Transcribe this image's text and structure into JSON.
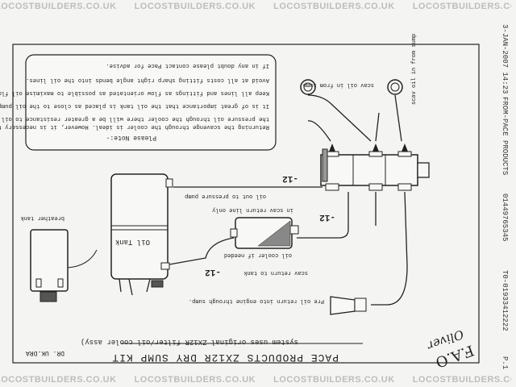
{
  "watermark": {
    "text": "LOCOSTBUILDERS.CO.UK"
  },
  "fax_header": {
    "date_time": "3-JAN-2007 14:23",
    "from": "FROM-PACE PRODUCTS",
    "from_number": "01449765345",
    "to_number": "T0-01933412222",
    "page": "P.1"
  },
  "recipient": {
    "fao": "F.A.O",
    "name": "Oliver"
  },
  "title": {
    "main": "PACE PRODUCTS ZX12R DRY SUMP KIT",
    "sub": "system uses original ZX12R filter/oil cooler assy)"
  },
  "note": {
    "heading": "Please Note:-",
    "lines": [
      "Returning the scavenge through the cooler is ideal. However, it is necessary to flow",
      "the pressure oil through the cooler there will be a greater resistance to oil flow.",
      "It is of great importance that the oil tank is placed as close to the oil pump as possible.",
      "Keep all lines and fittings as flow orientated as possible to maximise oil flow.",
      "Avoid at all costs fitting sharp right angle bends into the oil lines.",
      "If in any doubt please contact Pace for advise."
    ]
  },
  "labels": {
    "scav_sump_left": "scav oil in from sump",
    "scav_sump_right": "scav oil in from sump",
    "oil_out_pressure": "oil out to pressure pump",
    "in_scav_return_only": "in scav return line only",
    "oil_cooler_if_needed": "oil cooler if needed",
    "scav_return_tank": "scav return to tank",
    "pre_oil_return": "Pre oil return into engine through sump.",
    "oil_tank": "Oil Tank",
    "breather_tank": "breather tank",
    "size_top": "-12",
    "size_mid": "-12",
    "size_bottom": "-12",
    "drawing_ref": "DR. UK.DRA"
  }
}
